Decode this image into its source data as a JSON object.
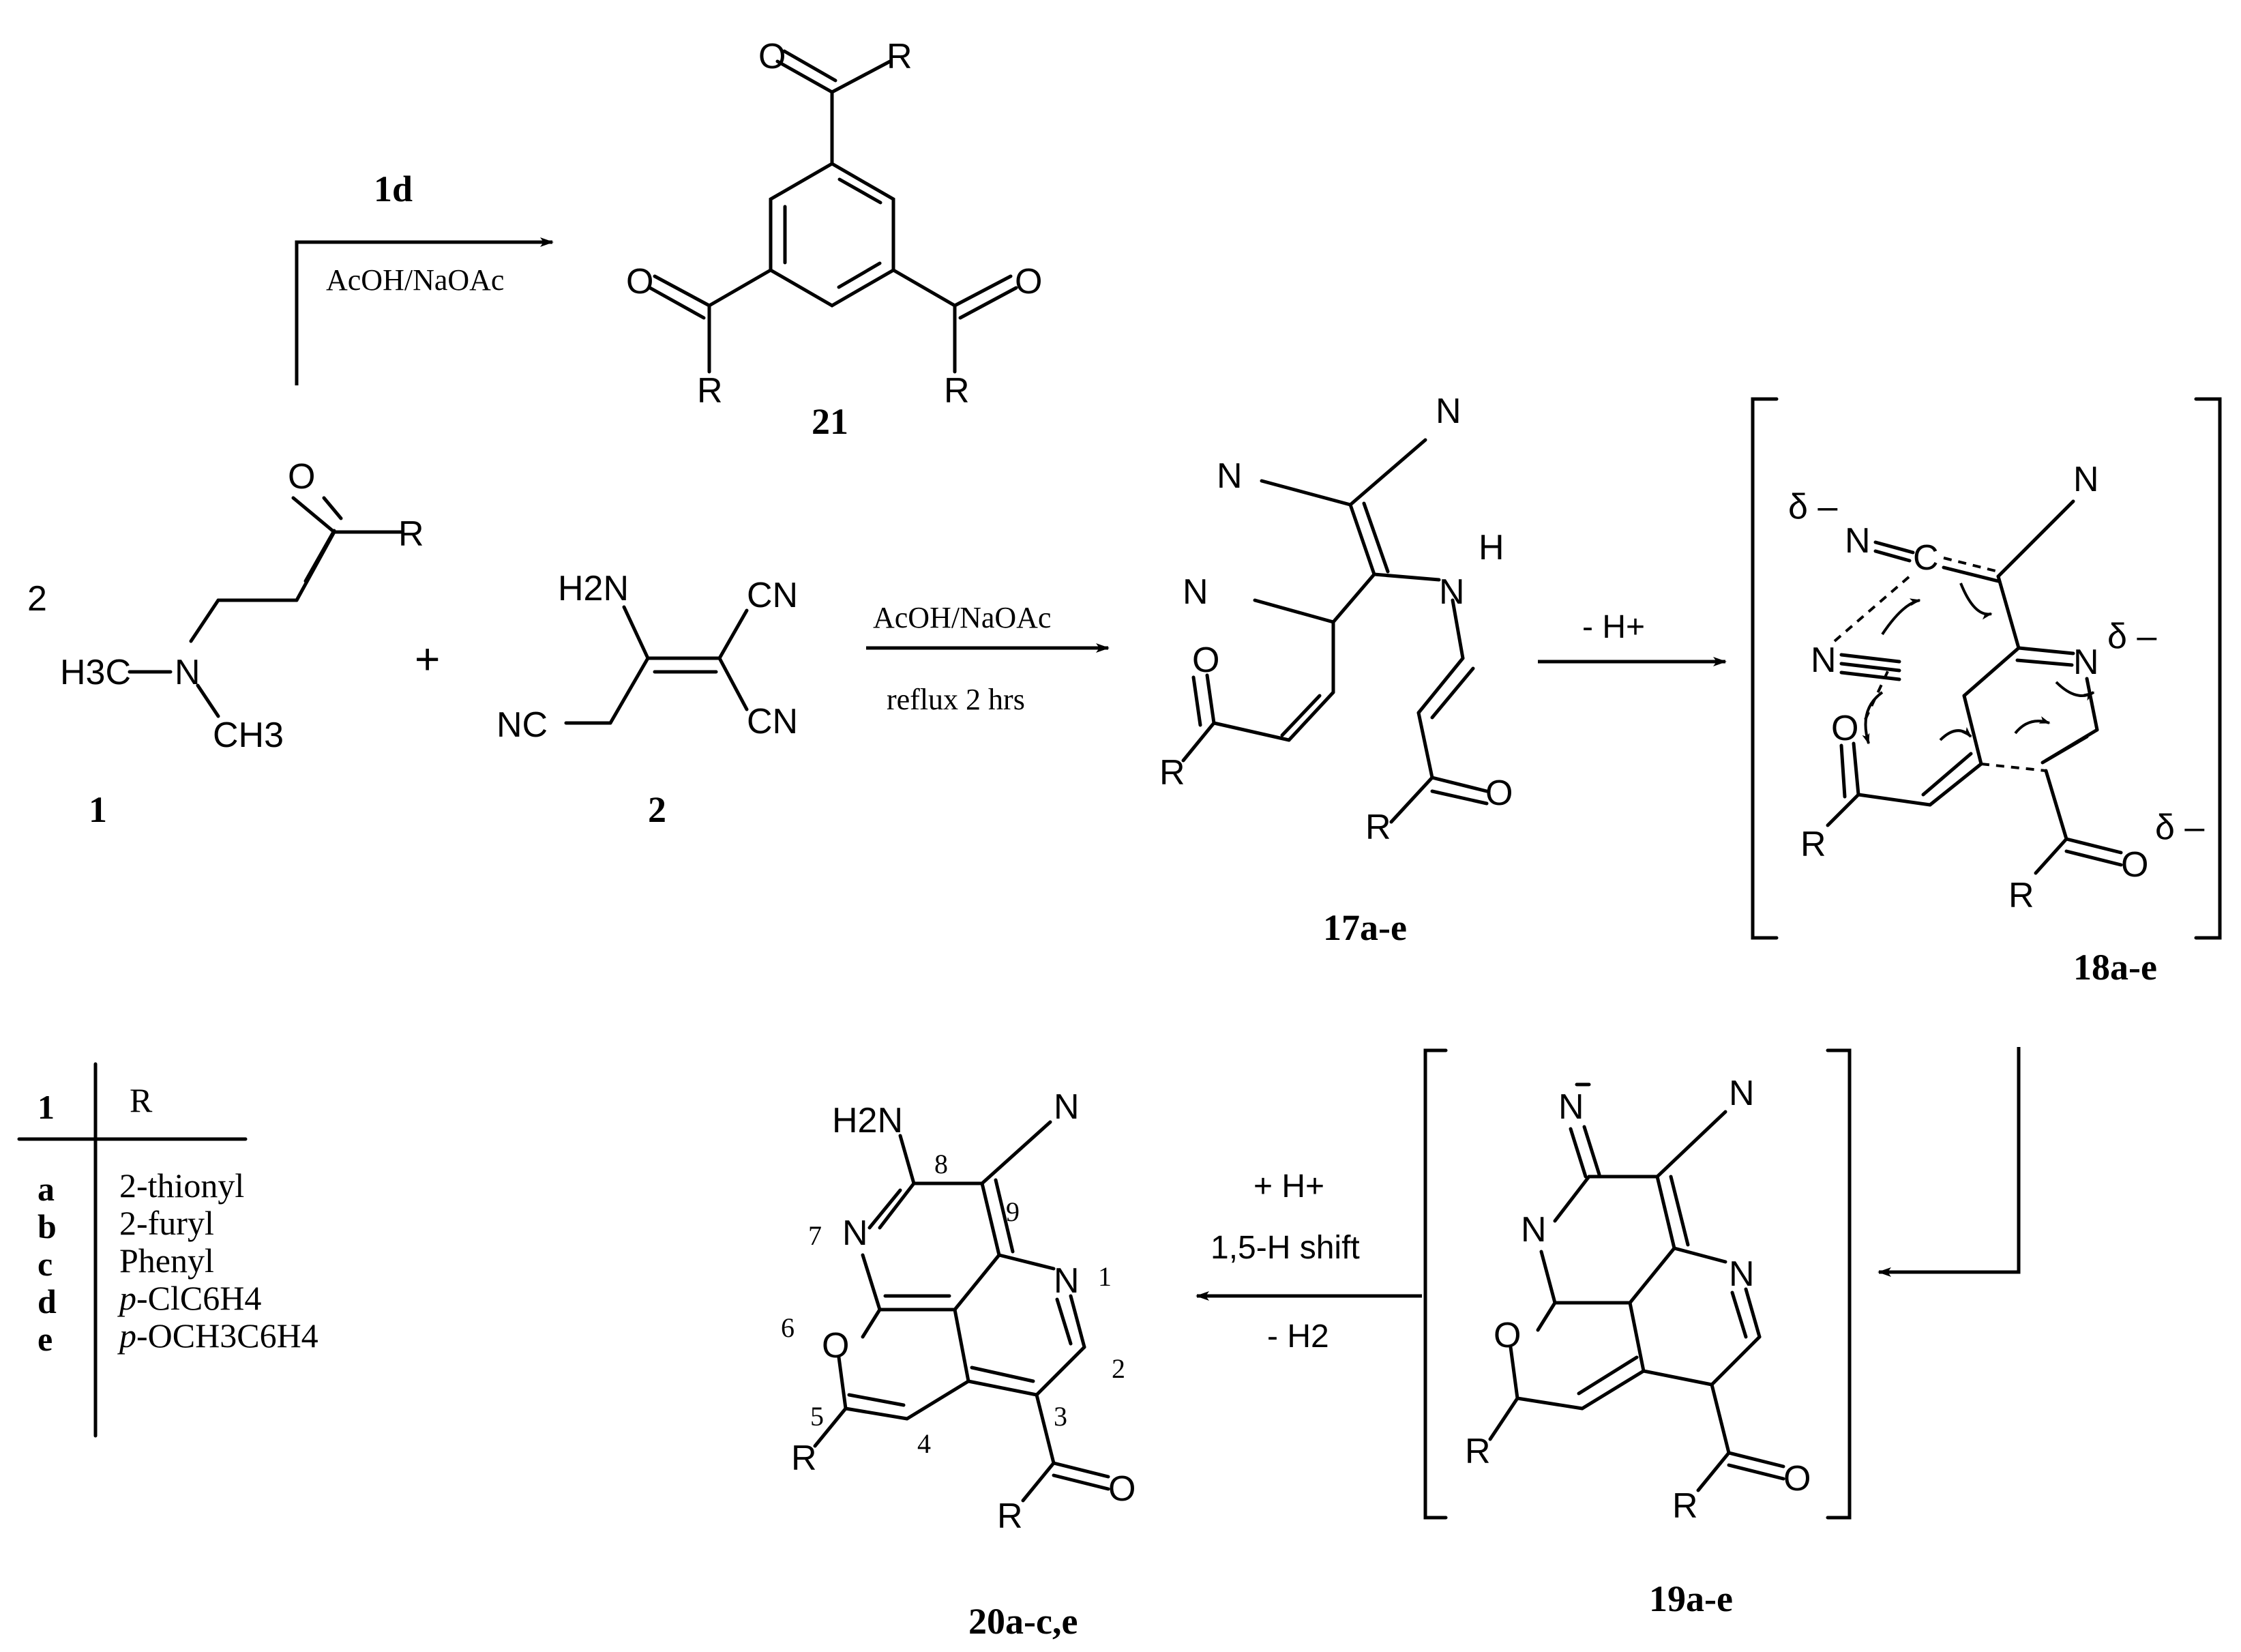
{
  "labels": {
    "c1": "1",
    "c2": "2",
    "c21": "21",
    "c17": "17a-e",
    "c18": "18a-e",
    "c19": "19a-e",
    "c20": "20a-c,e",
    "coef_2": "2",
    "plus": "+"
  },
  "conditions": {
    "top_reagent": "1d",
    "top_solvent": "AcOH/NaOAc",
    "main_solvent": "AcOH/NaOAc",
    "main_time": "reflux 2 hrs",
    "deprotonation": "- H+",
    "protonation": "+ H+",
    "shift": "1,5-H shift",
    "loss": "- H2"
  },
  "atoms": {
    "O": "O",
    "R": "R",
    "N": "N",
    "H": "H",
    "CN": "CN",
    "NC": "NC",
    "H2N": "H2N",
    "C": "C",
    "delta": "δ –",
    "H3C": "H3C",
    "CH3": "CH3"
  },
  "numbering": [
    "1",
    "2",
    "3",
    "4",
    "5",
    "6",
    "7",
    "8",
    "9"
  ],
  "table": {
    "header_col1": "1",
    "header_col2": "R",
    "rows": [
      {
        "key": "a",
        "value": "2-thionyl"
      },
      {
        "key": "b",
        "value": "2-furyl"
      },
      {
        "key": "c",
        "value": "Phenyl"
      },
      {
        "key": "d",
        "prefix": "p",
        "value": "-ClC6H4"
      },
      {
        "key": "e",
        "prefix": "p",
        "value": "-OCH3C6H4"
      }
    ]
  }
}
